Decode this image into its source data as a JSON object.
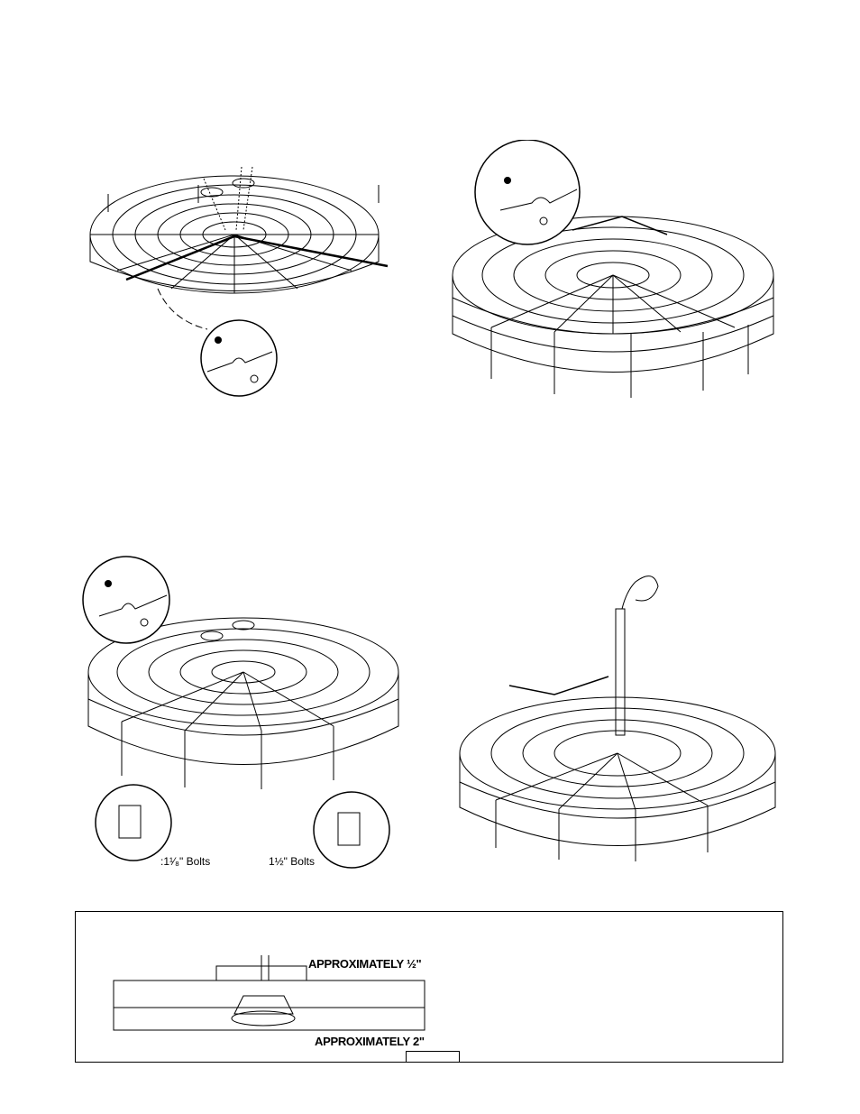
{
  "figures": {
    "fig3": {
      "bolt_label_left": ":1¹⁄₈\" Bolts",
      "bolt_label_right": "1½\" Bolts"
    }
  },
  "clearance_note": {
    "top_callout": "APPROXIMATELY ½\"",
    "bottom_callout": "APPROXIMATELY 2\""
  }
}
